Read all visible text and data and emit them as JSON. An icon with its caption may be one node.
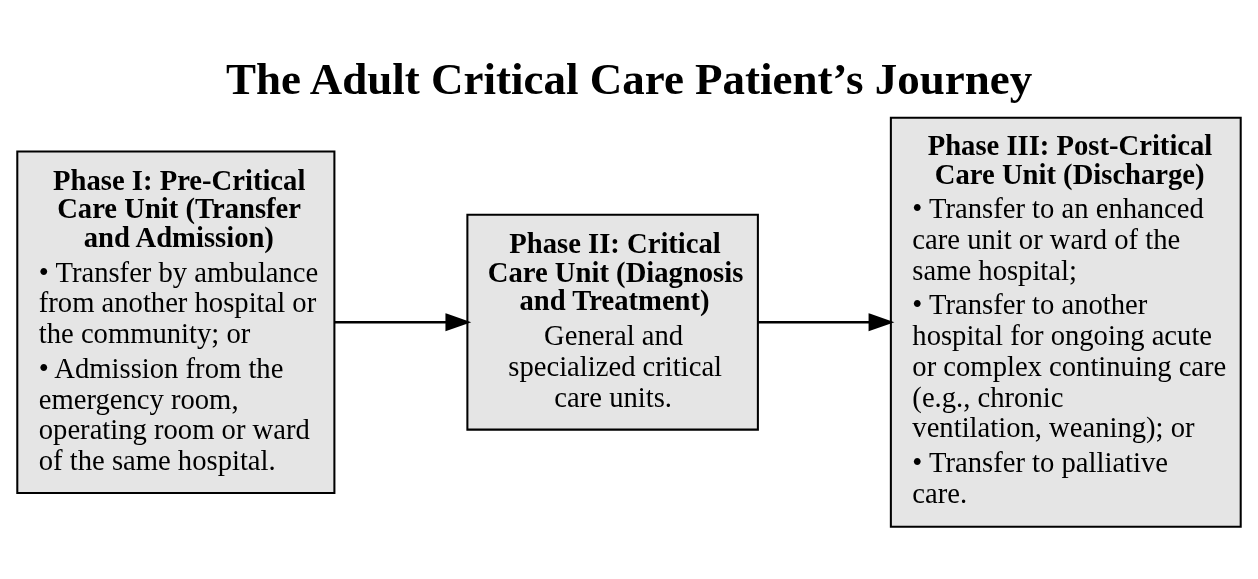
{
  "diagram": {
    "title": "The Adult Critical Care Patient’s Journey",
    "nodes": [
      {
        "text": [
          "Phase I: Pre-Critical Care Unit (Transfer and Admission)",
          "• Transfer by ambulance from another hospital or the community; or",
          "• Admission from the emergency room, operating room or ward of the same hospital."
        ]
      },
      {
        "text": [
          "Phase II: Critical Care Unit (Diagnosis and Treatment)",
          "General and specialized critical care units."
        ]
      },
      {
        "text": [
          "Phase III: Post-Critical Care Unit (Discharge)",
          "• Transfer to an enhanced care unit or ward of the same hospital;",
          "• Transfer to another hospital for ongoing acute or complex continuing care (e.g., chronic ventilation, weaning); or",
          "• Transfer to palliative care."
        ]
      }
    ],
    "edges": [
      {
        "from": 0,
        "to": 1,
        "arrow": "to"
      },
      {
        "from": 1,
        "to": 2,
        "arrow": "to"
      }
    ]
  }
}
